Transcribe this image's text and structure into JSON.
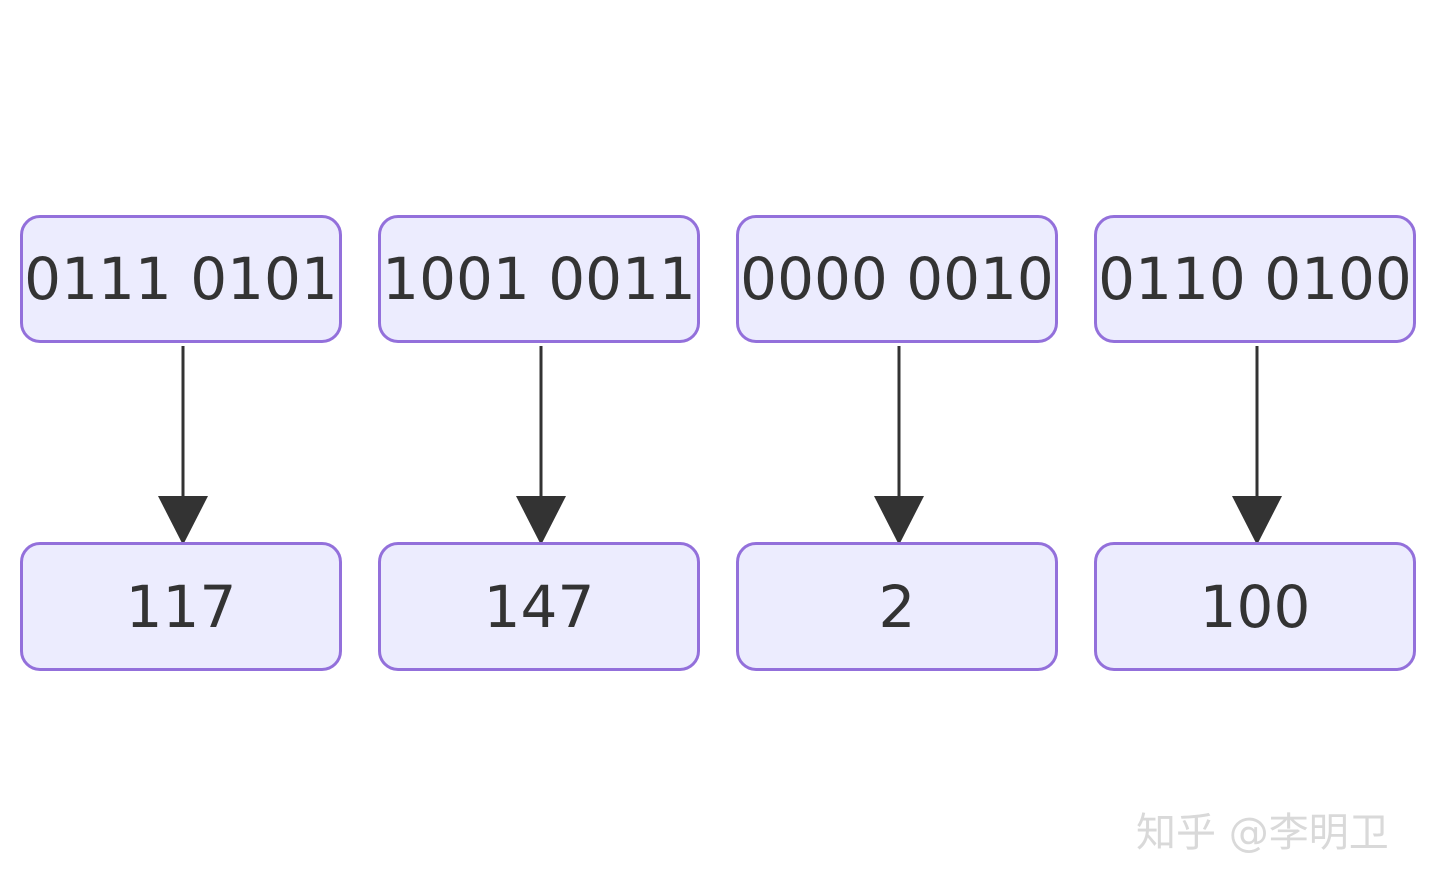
{
  "diagram": {
    "binary_nodes": [
      {
        "label": "0111 0101"
      },
      {
        "label": "1001 0011"
      },
      {
        "label": "0000 0010"
      },
      {
        "label": "0110 0100"
      }
    ],
    "decimal_nodes": [
      {
        "label": "117"
      },
      {
        "label": "147"
      },
      {
        "label": "2"
      },
      {
        "label": "100"
      }
    ],
    "edges": [
      {
        "from": "0111 0101",
        "to": "117"
      },
      {
        "from": "1001 0011",
        "to": "147"
      },
      {
        "from": "0000 0010",
        "to": "2"
      },
      {
        "from": "0110 0100",
        "to": "100"
      }
    ],
    "colors": {
      "node_fill": "#ececfe",
      "node_border": "#9370db",
      "text": "#333333",
      "edge": "#333333"
    }
  },
  "watermark": {
    "text": "知乎 @李明卫"
  }
}
